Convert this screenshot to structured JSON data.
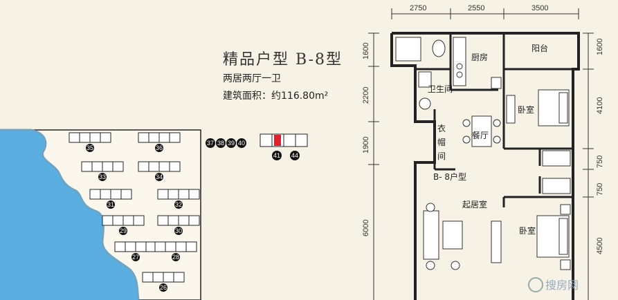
{
  "title": "精品户型  B-8型",
  "layout_desc": "两居两厅一卫",
  "area_text": "建筑面积：约116.80m²",
  "plan_label": "B- 8户型",
  "rooms": {
    "kitchen": "厨房",
    "balcony": "阳台",
    "bathroom": "卫生间",
    "bedroom_top": "卧室",
    "bedroom_bottom": "卧室",
    "dining": "餐厅",
    "closet_1": "衣",
    "closet_2": "帽",
    "closet_3": "间",
    "living": "起居室"
  },
  "dimensions_top": [
    "2750",
    "2550",
    "3500"
  ],
  "dimensions_right": [
    "1600",
    "4100",
    "750",
    "750",
    "4500"
  ],
  "dimensions_left": [
    "1600",
    "2200",
    "1900",
    "6000"
  ],
  "building_numbers": {
    "row_label_left": [
      "37",
      "38",
      "39",
      "40"
    ],
    "row_label_right": [
      "41",
      "44"
    ],
    "site": [
      "35",
      "36",
      "33",
      "34",
      "31",
      "32",
      "29",
      "30",
      "27",
      "28",
      "26"
    ]
  },
  "watermark": "搜房网",
  "colors": {
    "background": "#f7f2e6",
    "water": "#5aaee0",
    "highlight": "#d9262e",
    "line": "#333333"
  }
}
